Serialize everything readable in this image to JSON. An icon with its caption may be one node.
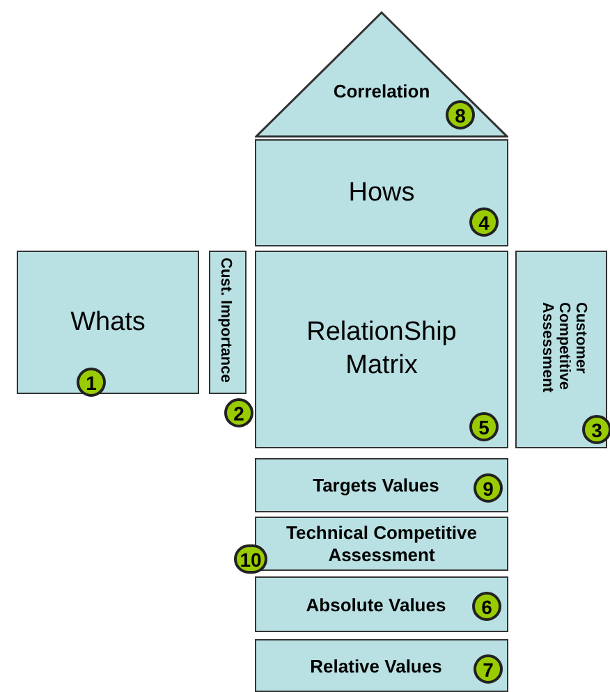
{
  "diagram": {
    "nodes": [
      {
        "text": [
          "Correlation"
        ]
      },
      {
        "text": [
          "8"
        ],
        "in": 0
      },
      {
        "text": [
          "Hows"
        ]
      },
      {
        "text": [
          "4"
        ],
        "in": 2
      },
      {
        "text": [
          "Whats"
        ]
      },
      {
        "text": [
          "1"
        ],
        "in": 4
      },
      {
        "text": [
          "Cust. Importance"
        ]
      },
      {
        "text": [
          "2"
        ]
      },
      {
        "text": [
          "RelationShip Matrix"
        ]
      },
      {
        "text": [
          "5"
        ],
        "in": 8
      },
      {
        "text": [
          "Customer Competitive Assessment"
        ]
      },
      {
        "text": [
          "3"
        ],
        "in": 10
      },
      {
        "text": [
          "Targets Values"
        ]
      },
      {
        "text": [
          "9"
        ],
        "in": 12
      },
      {
        "text": [
          "Technical Competitive Assessment"
        ]
      },
      {
        "text": [
          "10"
        ]
      },
      {
        "text": [
          "Absolute Values"
        ]
      },
      {
        "text": [
          "6"
        ],
        "in": 16
      },
      {
        "text": [
          "Relative Values"
        ]
      },
      {
        "text": [
          "7"
        ],
        "in": 18
      }
    ]
  }
}
